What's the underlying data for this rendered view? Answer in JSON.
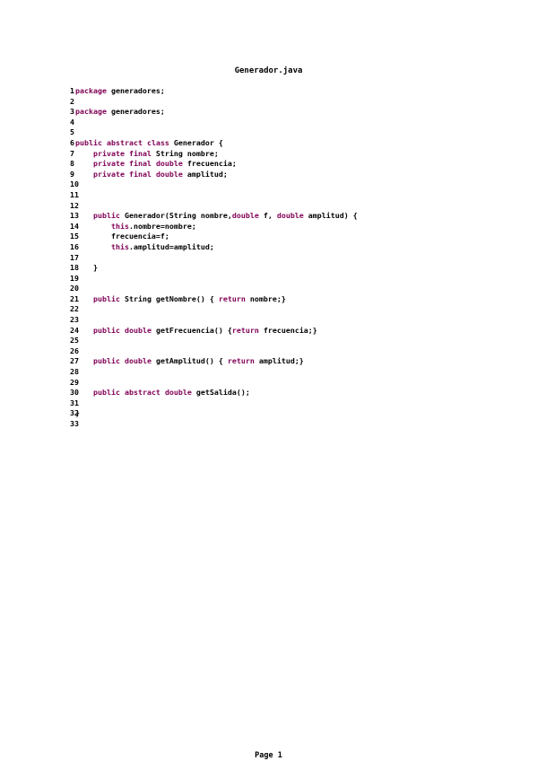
{
  "document": {
    "title": "Generador.java",
    "footer": "Page 1",
    "colors": {
      "text": "#000000",
      "keyword": "#7f0055",
      "background": "#ffffff"
    }
  },
  "lines": [
    {
      "n": "1",
      "tokens": [
        {
          "t": "package",
          "k": true
        },
        {
          "t": " generadores;"
        }
      ]
    },
    {
      "n": "2",
      "tokens": []
    },
    {
      "n": "3",
      "tokens": [
        {
          "t": "package",
          "k": true
        },
        {
          "t": " generadores;"
        }
      ]
    },
    {
      "n": "4",
      "tokens": []
    },
    {
      "n": "5",
      "tokens": []
    },
    {
      "n": "6",
      "tokens": [
        {
          "t": "public",
          "k": true
        },
        {
          "t": " "
        },
        {
          "t": "abstract",
          "k": true
        },
        {
          "t": " "
        },
        {
          "t": "class",
          "k": true
        },
        {
          "t": " Generador {"
        }
      ]
    },
    {
      "n": "7",
      "tokens": [
        {
          "t": "    "
        },
        {
          "t": "private",
          "k": true
        },
        {
          "t": " "
        },
        {
          "t": "final",
          "k": true
        },
        {
          "t": " String nombre;"
        }
      ]
    },
    {
      "n": "8",
      "tokens": [
        {
          "t": "    "
        },
        {
          "t": "private",
          "k": true
        },
        {
          "t": " "
        },
        {
          "t": "final",
          "k": true
        },
        {
          "t": " "
        },
        {
          "t": "double",
          "k": true
        },
        {
          "t": " frecuencia;"
        }
      ]
    },
    {
      "n": "9",
      "tokens": [
        {
          "t": "    "
        },
        {
          "t": "private",
          "k": true
        },
        {
          "t": " "
        },
        {
          "t": "final",
          "k": true
        },
        {
          "t": " "
        },
        {
          "t": "double",
          "k": true
        },
        {
          "t": " amplitud;"
        }
      ]
    },
    {
      "n": "10",
      "tokens": []
    },
    {
      "n": "11",
      "tokens": []
    },
    {
      "n": "12",
      "tokens": []
    },
    {
      "n": "13",
      "tokens": [
        {
          "t": "    "
        },
        {
          "t": "public",
          "k": true
        },
        {
          "t": " Generador(String nombre,"
        },
        {
          "t": "double",
          "k": true
        },
        {
          "t": " f, "
        },
        {
          "t": "double",
          "k": true
        },
        {
          "t": " amplitud) {"
        }
      ]
    },
    {
      "n": "14",
      "tokens": [
        {
          "t": "        "
        },
        {
          "t": "this",
          "k": true
        },
        {
          "t": ".nombre=nombre;"
        }
      ]
    },
    {
      "n": "15",
      "tokens": [
        {
          "t": "        frecuencia=f;"
        }
      ]
    },
    {
      "n": "16",
      "tokens": [
        {
          "t": "        "
        },
        {
          "t": "this",
          "k": true
        },
        {
          "t": ".amplitud=amplitud;"
        }
      ]
    },
    {
      "n": "17",
      "tokens": []
    },
    {
      "n": "18",
      "tokens": [
        {
          "t": "    }"
        }
      ]
    },
    {
      "n": "19",
      "tokens": []
    },
    {
      "n": "20",
      "tokens": []
    },
    {
      "n": "21",
      "tokens": [
        {
          "t": "    "
        },
        {
          "t": "public",
          "k": true
        },
        {
          "t": " String getNombre() { "
        },
        {
          "t": "return",
          "k": true
        },
        {
          "t": " nombre;}"
        }
      ]
    },
    {
      "n": "22",
      "tokens": []
    },
    {
      "n": "23",
      "tokens": []
    },
    {
      "n": "24",
      "tokens": [
        {
          "t": "    "
        },
        {
          "t": "public",
          "k": true
        },
        {
          "t": " "
        },
        {
          "t": "double",
          "k": true
        },
        {
          "t": " getFrecuencia() {"
        },
        {
          "t": "return",
          "k": true
        },
        {
          "t": " frecuencia;}"
        }
      ]
    },
    {
      "n": "25",
      "tokens": []
    },
    {
      "n": "26",
      "tokens": []
    },
    {
      "n": "27",
      "tokens": [
        {
          "t": "    "
        },
        {
          "t": "public",
          "k": true
        },
        {
          "t": " "
        },
        {
          "t": "double",
          "k": true
        },
        {
          "t": " getAmplitud() { "
        },
        {
          "t": "return",
          "k": true
        },
        {
          "t": " amplitud;}"
        }
      ]
    },
    {
      "n": "28",
      "tokens": []
    },
    {
      "n": "29",
      "tokens": []
    },
    {
      "n": "30",
      "tokens": [
        {
          "t": "    "
        },
        {
          "t": "public",
          "k": true
        },
        {
          "t": " "
        },
        {
          "t": "abstract",
          "k": true
        },
        {
          "t": " "
        },
        {
          "t": "double",
          "k": true
        },
        {
          "t": " getSalida();"
        }
      ]
    },
    {
      "n": "31",
      "tokens": []
    },
    {
      "n": "32",
      "tokens": [
        {
          "t": "}"
        }
      ]
    },
    {
      "n": "33",
      "tokens": []
    }
  ]
}
